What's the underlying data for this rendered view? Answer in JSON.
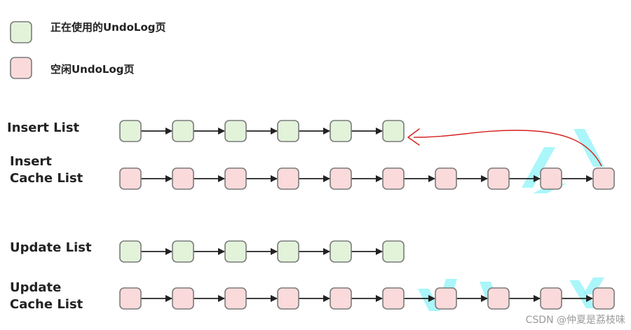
{
  "legend": {
    "in_use_label": "正在使用的UndoLog页",
    "free_label": "空闲UndoLog页",
    "in_use_color": "#e2f3da",
    "free_color": "#fadadb"
  },
  "lists": [
    {
      "id": "insert-list",
      "label_lines": [
        "Insert List"
      ],
      "state": "in-use",
      "node_count": 6
    },
    {
      "id": "insert-cache-list",
      "label_lines": [
        "Insert",
        "Cache List"
      ],
      "state": "free",
      "node_count": 10
    },
    {
      "id": "update-list",
      "label_lines": [
        "Update List"
      ],
      "state": "in-use",
      "node_count": 6
    },
    {
      "id": "update-cache-list",
      "label_lines": [
        "Update",
        "Cache List"
      ],
      "state": "free",
      "node_count": 10
    }
  ],
  "reuse_pointer": {
    "from_list": "insert-cache-list",
    "from_node": 10,
    "to_list": "insert-list",
    "to_node": 6,
    "color": "#d62020"
  },
  "watermark": "CSDN @仲夏是荔枝味"
}
